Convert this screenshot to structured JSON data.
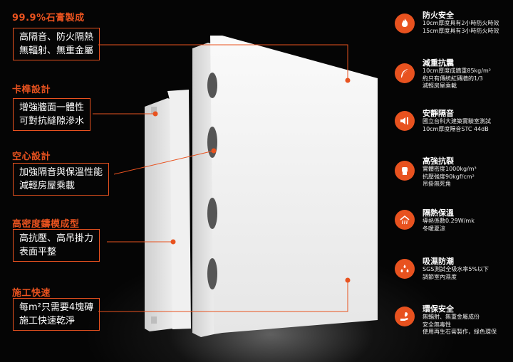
{
  "left": [
    {
      "heading": "99.9%石膏製成",
      "lines": [
        "高隔音、防火隔熱",
        "無輻射、無重金屬"
      ]
    },
    {
      "heading": "卡榫設計",
      "lines": [
        "增強牆面一體性",
        "可對抗縫隙滲水"
      ]
    },
    {
      "heading": "空心設計",
      "lines": [
        "加強隔音與保溫性能",
        "減輕房屋乘載"
      ]
    },
    {
      "heading": "高密度鑄模成型",
      "lines": [
        "高抗壓、高吊掛力",
        "表面平整"
      ]
    },
    {
      "heading": "施工快速",
      "lines": [
        "每m²只需要4塊磚",
        "施工快速乾淨"
      ]
    }
  ],
  "right": [
    {
      "title": "防火安全",
      "icon": "flame-icon",
      "lines": [
        "10cm厚度具有2小時防火時效",
        "15cm厚度具有3小時防火時效"
      ]
    },
    {
      "title": "減重抗震",
      "icon": "feather-icon",
      "lines": [
        "10cm厚度成牆重85kg/m²",
        "約只有傳統紅磚牆的1/3",
        "減輕房屋乘載"
      ]
    },
    {
      "title": "安靜隔音",
      "icon": "soundproof-icon",
      "lines": [
        "國立台科大建築實驗室測試",
        "10cm厚度隔音STC 44dB"
      ]
    },
    {
      "title": "高強抗裂",
      "icon": "fist-icon",
      "lines": [
        "實體密度1000kg/m³",
        "抗壓強度90kgf/cm²",
        "吊掛無死角"
      ]
    },
    {
      "title": "隔熱保溫",
      "icon": "house-heat-icon",
      "lines": [
        "導熱係數0.29W/mk",
        "冬暖夏涼"
      ]
    },
    {
      "title": "吸濕防潮",
      "icon": "water-drops-icon",
      "lines": [
        "SGS測試全吸水率5%以下",
        "調節室內濕度"
      ]
    },
    {
      "title": "環保安全",
      "icon": "leaf-hand-icon",
      "lines": [
        "無輻射、無重金屬成份",
        "安全無毒性",
        "使用再生石膏製作，綠色環保"
      ]
    }
  ],
  "colors": {
    "accent": "#e8521f",
    "background": "#050505"
  }
}
